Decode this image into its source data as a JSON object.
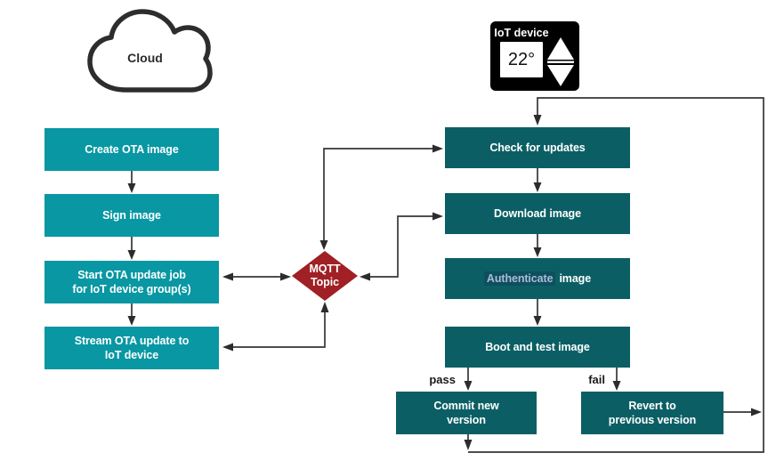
{
  "diagram": {
    "cloud": {
      "label": "Cloud"
    },
    "iot_device": {
      "label": "IoT device",
      "temperature": "22°"
    },
    "cloud_side": [
      {
        "label": "Create OTA image"
      },
      {
        "label": "Sign image"
      },
      {
        "label": "Start OTA update job\nfor IoT device group(s)"
      },
      {
        "label": "Stream OTA update to\nIoT device"
      }
    ],
    "broker": {
      "label": "MQTT\nTopic"
    },
    "device_side": [
      {
        "label": "Check for updates"
      },
      {
        "label": "Download image"
      },
      {
        "highlight": "Authenticate",
        "rest": "image"
      },
      {
        "label": "Boot and test image"
      }
    ],
    "branches": {
      "pass": "pass",
      "fail": "fail"
    },
    "results": [
      {
        "label": "Commit new\nversion"
      },
      {
        "label": "Revert to\nprevious version"
      }
    ],
    "colors": {
      "cloud_side_fill": "#0897A3",
      "device_side_fill": "#0B5F64",
      "broker_fill": "#A02025",
      "connector": "#363636",
      "authenticate_text": "#A9BBD9",
      "iot_icon_bg": "#000000"
    }
  }
}
